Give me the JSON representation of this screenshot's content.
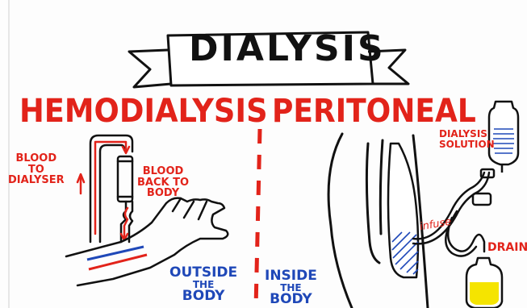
{
  "title": "DIALYSIS",
  "left": {
    "heading": "HEMODIALYSIS",
    "to_dialyser": [
      "BLOOD",
      "TO",
      "DIALYSER"
    ],
    "back_to_body": [
      "BLOOD",
      "BACK TO",
      "BODY"
    ],
    "location": [
      "OUTSIDE",
      "THE",
      "BODY"
    ]
  },
  "right": {
    "heading": "PERITONEAL",
    "solution": [
      "DIALYSIS",
      "SOLUTION"
    ],
    "infuse": "infuse",
    "drain": "DRAIN",
    "location": [
      "INSIDE",
      "THE",
      "BODY"
    ]
  },
  "colors": {
    "ink": "#111111",
    "red": "#e2231a",
    "blue": "#1f48b8",
    "yellow": "#f5e400"
  }
}
